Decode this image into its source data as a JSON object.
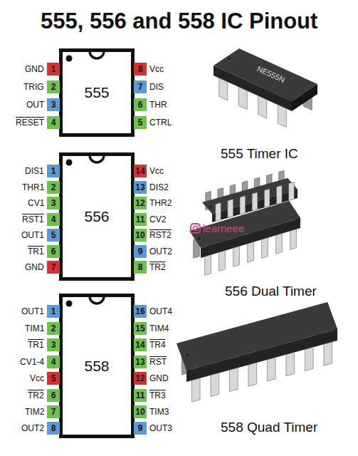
{
  "diagram": {
    "title": "555, 556 and 558 IC Pinout",
    "nodes": [
      {
        "text": [
          "555"
        ]
      },
      {
        "text": [
          "1"
        ],
        "in": 0
      },
      {
        "text": [
          "2"
        ],
        "in": 0
      },
      {
        "text": [
          "3"
        ],
        "in": 0
      },
      {
        "text": [
          "4"
        ],
        "in": 0
      },
      {
        "text": [
          "5"
        ],
        "in": 0
      },
      {
        "text": [
          "6"
        ],
        "in": 0
      },
      {
        "text": [
          "7"
        ],
        "in": 0
      },
      {
        "text": [
          "8"
        ],
        "in": 0
      },
      {
        "text": [
          "556"
        ]
      },
      {
        "text": [
          "1"
        ],
        "in": 9
      },
      {
        "text": [
          "2"
        ],
        "in": 9
      },
      {
        "text": [
          "3"
        ],
        "in": 9
      },
      {
        "text": [
          "4"
        ],
        "in": 9
      },
      {
        "text": [
          "5"
        ],
        "in": 9
      },
      {
        "text": [
          "6"
        ],
        "in": 9
      },
      {
        "text": [
          "7"
        ],
        "in": 9
      },
      {
        "text": [
          "8"
        ],
        "in": 9
      },
      {
        "text": [
          "9"
        ],
        "in": 9
      },
      {
        "text": [
          "10"
        ],
        "in": 9
      },
      {
        "text": [
          "11"
        ],
        "in": 9
      },
      {
        "text": [
          "12"
        ],
        "in": 9
      },
      {
        "text": [
          "13"
        ],
        "in": 9
      },
      {
        "text": [
          "14"
        ],
        "in": 9
      },
      {
        "text": [
          "558"
        ]
      },
      {
        "text": [
          "1"
        ],
        "in": 24
      },
      {
        "text": [
          "2"
        ],
        "in": 24
      },
      {
        "text": [
          "3"
        ],
        "in": 24
      },
      {
        "text": [
          "4"
        ],
        "in": 24
      },
      {
        "text": [
          "5"
        ],
        "in": 24
      },
      {
        "text": [
          "6"
        ],
        "in": 24
      },
      {
        "text": [
          "7"
        ],
        "in": 24
      },
      {
        "text": [
          "8"
        ],
        "in": 24
      },
      {
        "text": [
          "9"
        ],
        "in": 24
      },
      {
        "text": [
          "10"
        ],
        "in": 24
      },
      {
        "text": [
          "11"
        ],
        "in": 24
      },
      {
        "text": [
          "12"
        ],
        "in": 24
      },
      {
        "text": [
          "13"
        ],
        "in": 24
      },
      {
        "text": [
          "14"
        ],
        "in": 24
      },
      {
        "text": [
          "15"
        ],
        "in": 24
      },
      {
        "text": [
          "16"
        ],
        "in": 24
      }
    ],
    "labels": [
      "GND",
      "TRIG",
      "OUT",
      "RESET",
      "CTRL",
      "THR",
      "DIS",
      "Vcc",
      "DIS1",
      "THR1",
      "CV1",
      "RST1",
      "OUT1",
      "TR1",
      "GND",
      "TR2",
      "OUT2",
      "RST2",
      "CV2",
      "THR2",
      "DIS2",
      "Vcc",
      "OUT1",
      "TIM1",
      "TR1",
      "CV1-4",
      "Vcc",
      "TR2",
      "TIM2",
      "OUT2",
      "OUT3",
      "TIM3",
      "TR3",
      "GND",
      "RST",
      "TR4",
      "TIM4",
      "OUT4",
      "NE555N",
      "555 Timer IC",
      "556 Dual Timer",
      "learneee",
      "558 Quad Timer"
    ]
  }
}
